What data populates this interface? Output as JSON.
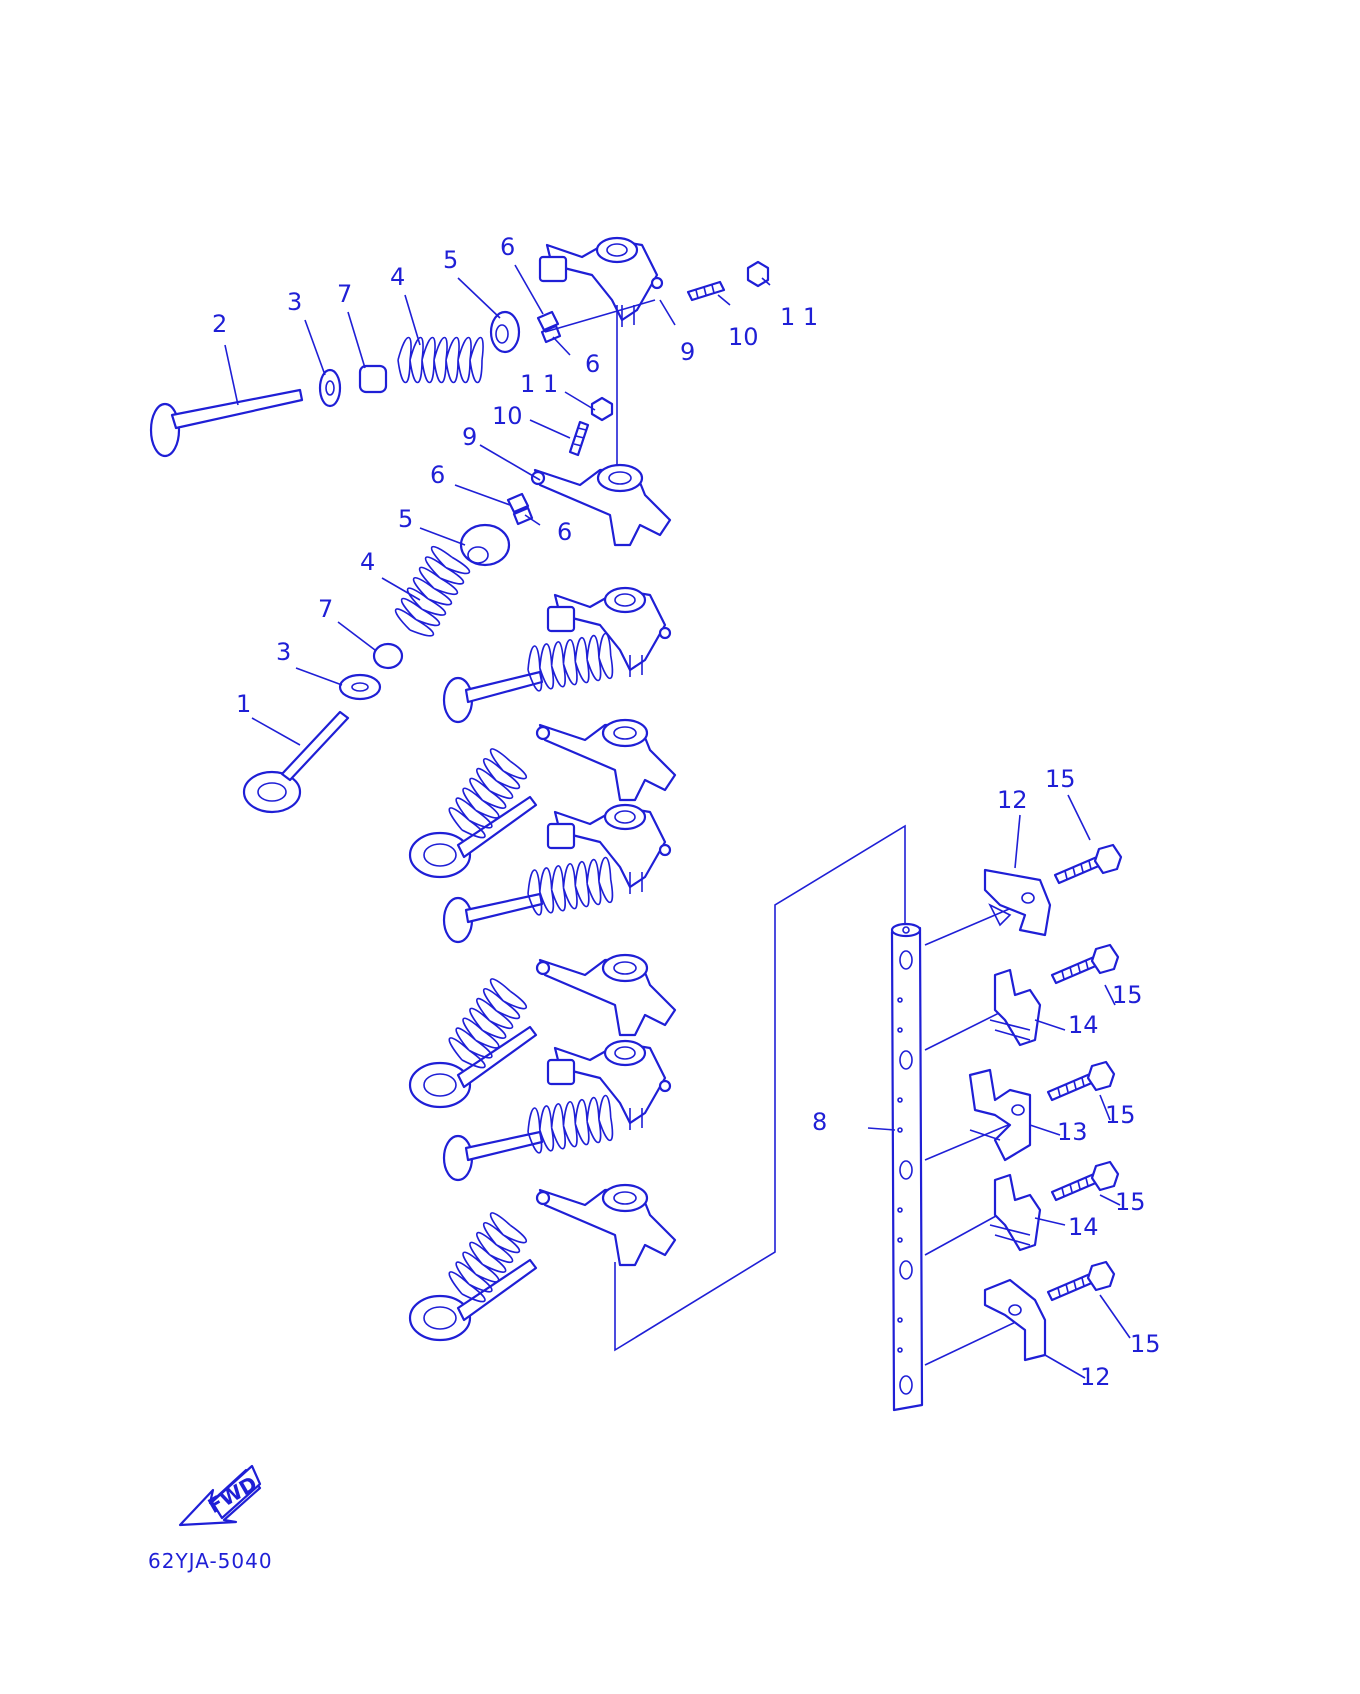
{
  "colors": {
    "ink": "#1f1fd6",
    "background": "#ffffff"
  },
  "drawing_code": "62YJA-5040",
  "fwd_label": "FWD",
  "callouts": {
    "c1": "1",
    "c2": "2",
    "c3a": "3",
    "c3b": "3",
    "c4a": "4",
    "c4b": "4",
    "c5a": "5",
    "c5b": "5",
    "c6a": "6",
    "c6b": "6",
    "c6c": "6",
    "c6d": "6",
    "c7a": "7",
    "c7b": "7",
    "c8": "8",
    "c9a": "9",
    "c9b": "9",
    "c10a": "10",
    "c10b": "10",
    "c11a": "1 1",
    "c11b": "1 1",
    "c12a": "12",
    "c12b": "12",
    "c13": "13",
    "c14a": "14",
    "c14b": "14",
    "c15a": "15",
    "c15b": "15",
    "c15c": "15",
    "c15d": "15",
    "c15e": "15"
  }
}
